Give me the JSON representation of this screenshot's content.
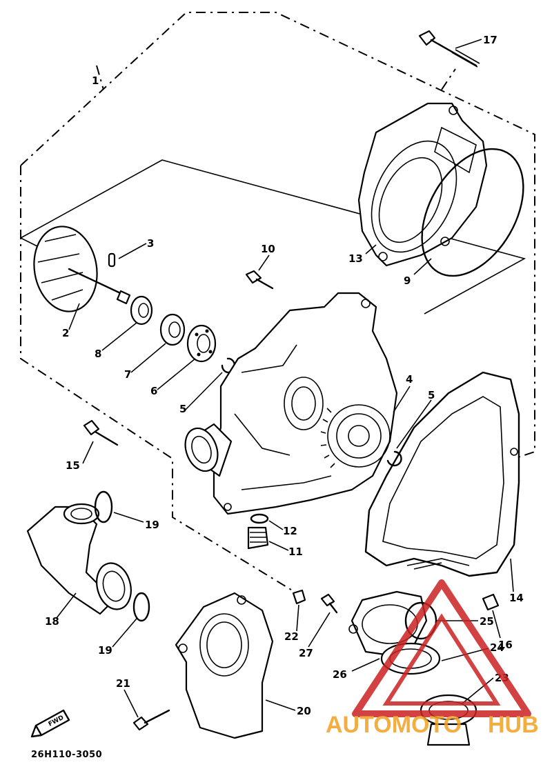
{
  "parts": [
    {
      "id": "p1",
      "label": "1"
    },
    {
      "id": "p2",
      "label": "2"
    },
    {
      "id": "p3",
      "label": "3"
    },
    {
      "id": "p4",
      "label": "4"
    },
    {
      "id": "p5a",
      "label": "5"
    },
    {
      "id": "p5b",
      "label": "5"
    },
    {
      "id": "p6",
      "label": "6"
    },
    {
      "id": "p7",
      "label": "7"
    },
    {
      "id": "p8",
      "label": "8"
    },
    {
      "id": "p9",
      "label": "9"
    },
    {
      "id": "p10",
      "label": "10"
    },
    {
      "id": "p11",
      "label": "11"
    },
    {
      "id": "p12",
      "label": "12"
    },
    {
      "id": "p13",
      "label": "13"
    },
    {
      "id": "p14",
      "label": "14"
    },
    {
      "id": "p15",
      "label": "15"
    },
    {
      "id": "p16",
      "label": "16"
    },
    {
      "id": "p17",
      "label": "17"
    },
    {
      "id": "p18",
      "label": "18"
    },
    {
      "id": "p19a",
      "label": "19"
    },
    {
      "id": "p19b",
      "label": "19"
    },
    {
      "id": "p20",
      "label": "20"
    },
    {
      "id": "p21",
      "label": "21"
    },
    {
      "id": "p22",
      "label": "22"
    },
    {
      "id": "p23",
      "label": "23"
    },
    {
      "id": "p24",
      "label": "24"
    },
    {
      "id": "p25",
      "label": "25"
    },
    {
      "id": "p26",
      "label": "26"
    },
    {
      "id": "p27",
      "label": "27"
    }
  ],
  "diagram_code": "26H110-3050",
  "fwd_label": "FWD",
  "watermark": {
    "part1": "AUTOMOTO",
    "part2": "HUB",
    "color_main": "#f0a020",
    "color_accent": "#cc2222"
  }
}
